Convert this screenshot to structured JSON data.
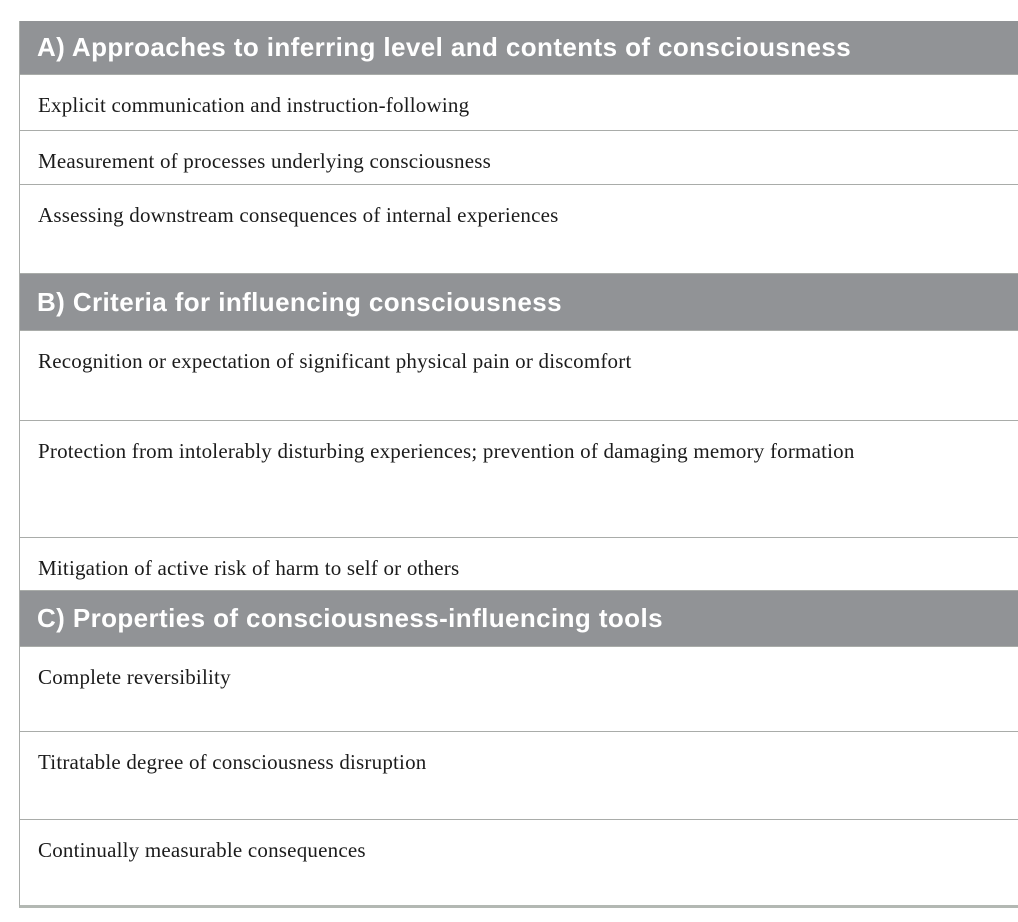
{
  "colors": {
    "header_bg": "#919396",
    "header_text": "#ffffff",
    "border": "#a9aca9",
    "divider": "#b7bab7",
    "bottom_border": "#b3b8b3",
    "body_text": "#1b1b1b",
    "page_bg": "#ffffff"
  },
  "table": {
    "sections": [
      {
        "title": "A) Approaches to inferring level and contents of consciousness",
        "rows": [
          "Explicit communication and instruction-following",
          "Measurement of processes underlying consciousness",
          "Assessing downstream consequences of internal experiences"
        ]
      },
      {
        "title": "B) Criteria for influencing consciousness",
        "rows": [
          "Recognition or expectation of significant physical pain or discomfort",
          "Protection from intolerably disturbing experiences; prevention of damaging memory formation",
          "Mitigation of active risk of harm to self or others"
        ]
      },
      {
        "title": "C) Properties of consciousness-influencing tools",
        "rows": [
          "Complete reversibility",
          "Titratable degree of consciousness disruption",
          "Continually measurable consequences"
        ]
      }
    ]
  }
}
